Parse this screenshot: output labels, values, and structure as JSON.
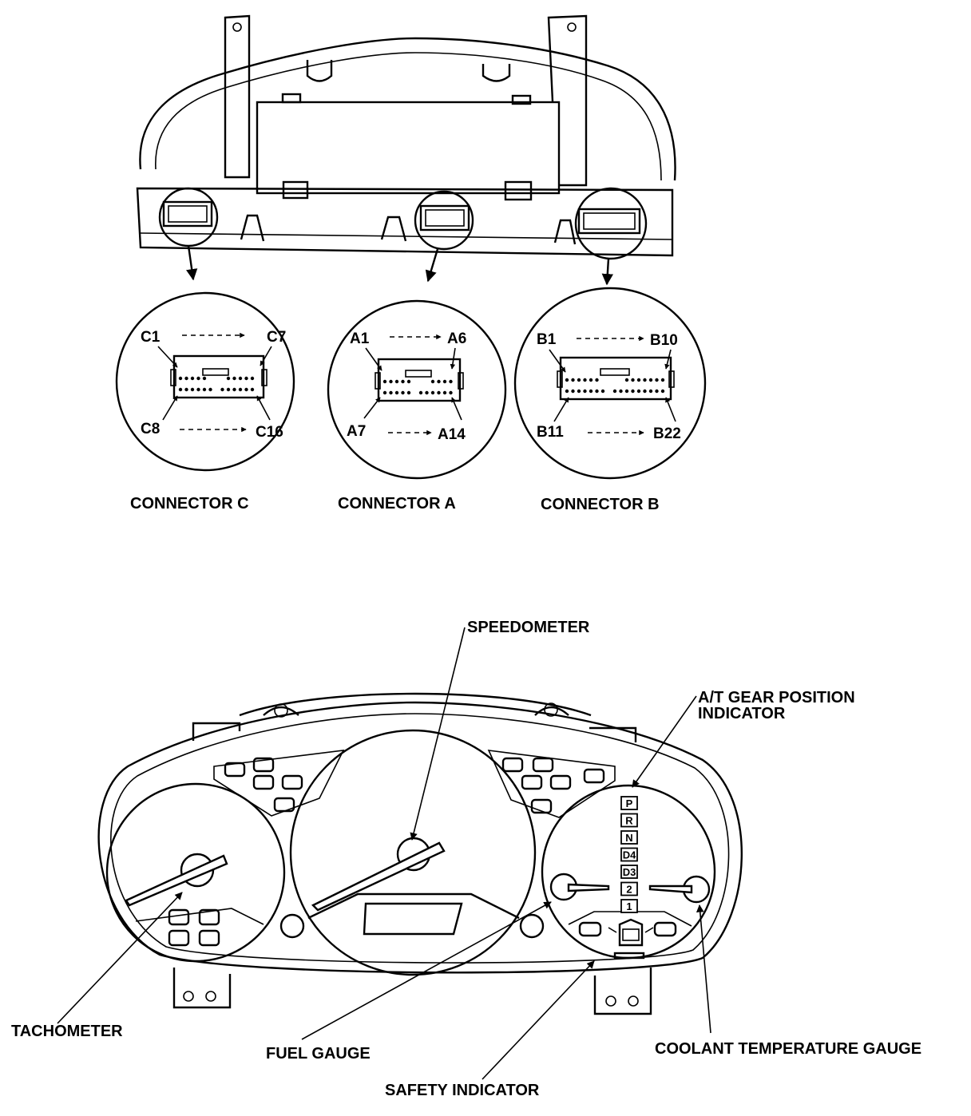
{
  "connectors": [
    {
      "id": "C",
      "caption": "CONNECTOR C",
      "top_left": "C1",
      "top_right": "C7",
      "bottom_left": "C8",
      "bottom_right": "C16"
    },
    {
      "id": "A",
      "caption": "CONNECTOR A",
      "top_left": "A1",
      "top_right": "A6",
      "bottom_left": "A7",
      "bottom_right": "A14"
    },
    {
      "id": "B",
      "caption": "CONNECTOR B",
      "top_left": "B1",
      "top_right": "B10",
      "bottom_left": "B11",
      "bottom_right": "B22"
    }
  ],
  "callouts": {
    "speedometer": "SPEEDOMETER",
    "gear_indicator_line1": "A/T GEAR POSITION",
    "gear_indicator_line2": "INDICATOR",
    "tachometer": "TACHOMETER",
    "fuel_gauge": "FUEL GAUGE",
    "safety_indicator": "SAFETY INDICATOR",
    "coolant_gauge": "COOLANT TEMPERATURE GAUGE"
  },
  "gear_positions": [
    "P",
    "R",
    "N",
    "D4",
    "D3",
    "2",
    "1"
  ]
}
